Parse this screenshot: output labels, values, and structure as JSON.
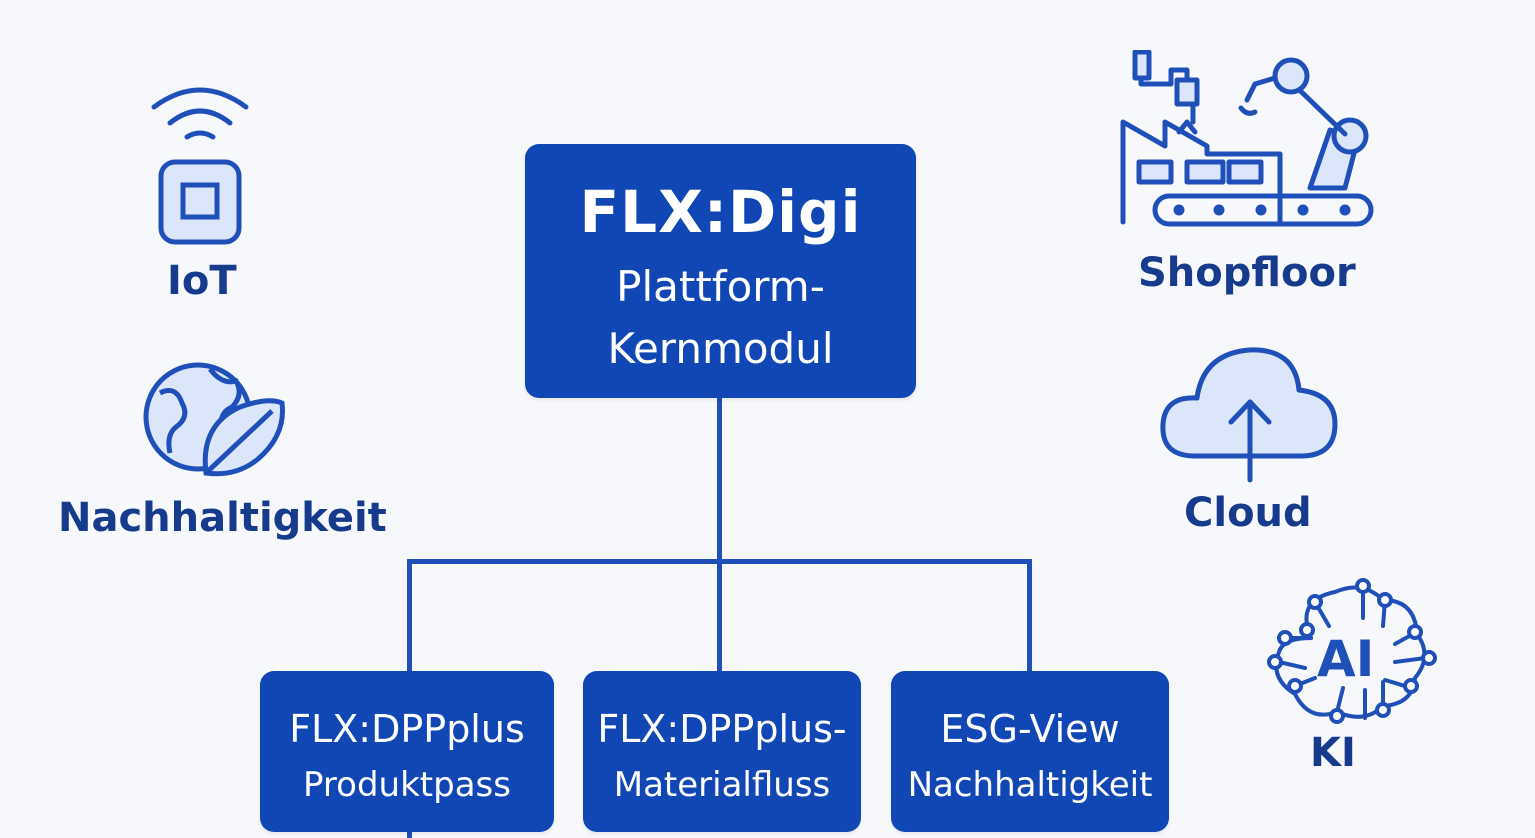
{
  "core": {
    "title": "FLX:Digi",
    "line1": "Plattform-",
    "line2": "Kernmodul"
  },
  "modules": [
    {
      "line1": "FLX:DPPplus",
      "line2": "Produktpass"
    },
    {
      "line1": "FLX:DPPplus-",
      "line2": "Materialfluss"
    },
    {
      "line1": "ESG-View",
      "line2": "Nachhaltigkeit"
    }
  ],
  "side_items": [
    {
      "label": "IoT",
      "icon": "iot-sensor-icon"
    },
    {
      "label": "Nachhaltigkeit",
      "icon": "globe-leaf-icon"
    },
    {
      "label": "Shopfloor",
      "icon": "factory-robot-icon"
    },
    {
      "label": "Cloud",
      "icon": "cloud-upload-icon"
    },
    {
      "label": "KI",
      "icon": "ai-circuit-icon"
    }
  ],
  "colors": {
    "primary": "#1147b5",
    "icon_fill": "#dbe6fb",
    "icon_stroke": "#1f4fb8",
    "label": "#163a8c"
  }
}
